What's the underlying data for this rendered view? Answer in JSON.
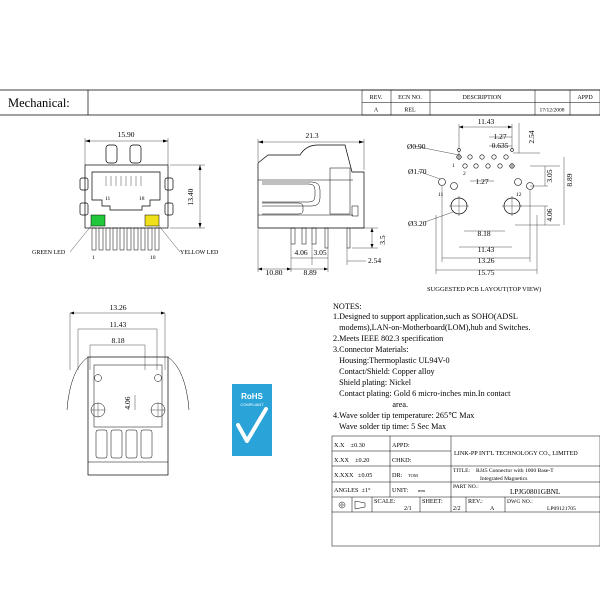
{
  "section_title": "Mechanical:",
  "revision_table": {
    "headers": [
      "REV.",
      "ECN NO.",
      "DESCRIPTION",
      "APPD"
    ],
    "row": {
      "rev": "A",
      "ecn": "REL",
      "description": "",
      "date": "17/12/2008",
      "appd": ""
    }
  },
  "front_view": {
    "width_dim": "15.90",
    "height_dim": "13.40",
    "pin_first": "1",
    "pin_11": "11",
    "pin_18": "18",
    "pin_last": "10",
    "green_led": "GREEN LED",
    "yellow_led": "YELLOW LED",
    "green_color": "#22c83c",
    "yellow_color": "#f0e01a"
  },
  "side_view": {
    "length_dim": "21.3",
    "pin_len": "3.5",
    "d406": "4.06",
    "d305": "3.05",
    "d254": "2.54",
    "d1080": "10.80",
    "d889": "8.89"
  },
  "pcb_layout": {
    "d1143_top": "11.43",
    "d127_top": "1.27",
    "d0635": "0.635",
    "d254": "2.54",
    "d090": "Ø0.90",
    "d170": "Ø1.70",
    "d320": "Ø3.20",
    "d127": "1.27",
    "d305": "3.05",
    "d889": "8.89",
    "d818": "8.18",
    "d406": "4.06",
    "d1143_bot": "11.43",
    "d1326": "13.26",
    "d1575": "15.75",
    "pin1": "1",
    "pin2": "2",
    "pin11": "11",
    "pin12": "12",
    "caption": "SUGGESTED PCB LAYOUT(TOP VIEW)"
  },
  "bottom_view": {
    "d1326": "13.26",
    "d1143": "11.43",
    "d818": "8.18",
    "d406": "4.06"
  },
  "notes": {
    "title": "NOTES:",
    "lines": [
      "1.Designed to support application,such as SOHO(ADSL",
      "   modems),LAN-on-Motherboard(LOM),hub and Switches.",
      "2.Meets IEEE 802.3 specification",
      "3.Connector Materials:",
      "   Housing:Thermoplastic UL94V-0",
      "   Contact/Shield: Copper alloy",
      "   Shield plating: Nickel",
      "   Contact plating: Gold 6 micro-inches min.In contact",
      "                             area.",
      "4.Wave solder tip temperature: 265℃ Max",
      "   Wave solder tip time: 5 Sec Max"
    ]
  },
  "rohs": {
    "line1": "RoHS",
    "line2": "COMPLIANT",
    "color": "#2aa3d8"
  },
  "title_block": {
    "tol1": "X.X    ±0.30",
    "tol2": "X.XX    ±0.20",
    "tol3": "X.XXX   ±0.05",
    "angles": "ANGLES  ±1°",
    "appd_label": "APPD:",
    "chkd_label": "CHKD:",
    "dr_label": "DR:",
    "dr_value": "TOM",
    "unit_label": "UNIT:",
    "unit_value": "mm",
    "company": "LINK-PP INT'L TECHNOLOGY CO., LIMITED",
    "title_label": "TITLE:",
    "title_value_1": "RJ45 Connector with 1000 Base-T",
    "title_value_2": "Integrated Magnetics",
    "part_label": "PART NO.:",
    "part_value": "LPJG0801GBNL",
    "scale_label": "SCALE:",
    "scale_value": "2/1",
    "sheet_label": "SHEET:",
    "sheet_value": "2/2",
    "rev_label": "REV.:",
    "rev_value": "A",
    "dwg_label": "DWG NO.:",
    "dwg_value": "LP09121705"
  }
}
